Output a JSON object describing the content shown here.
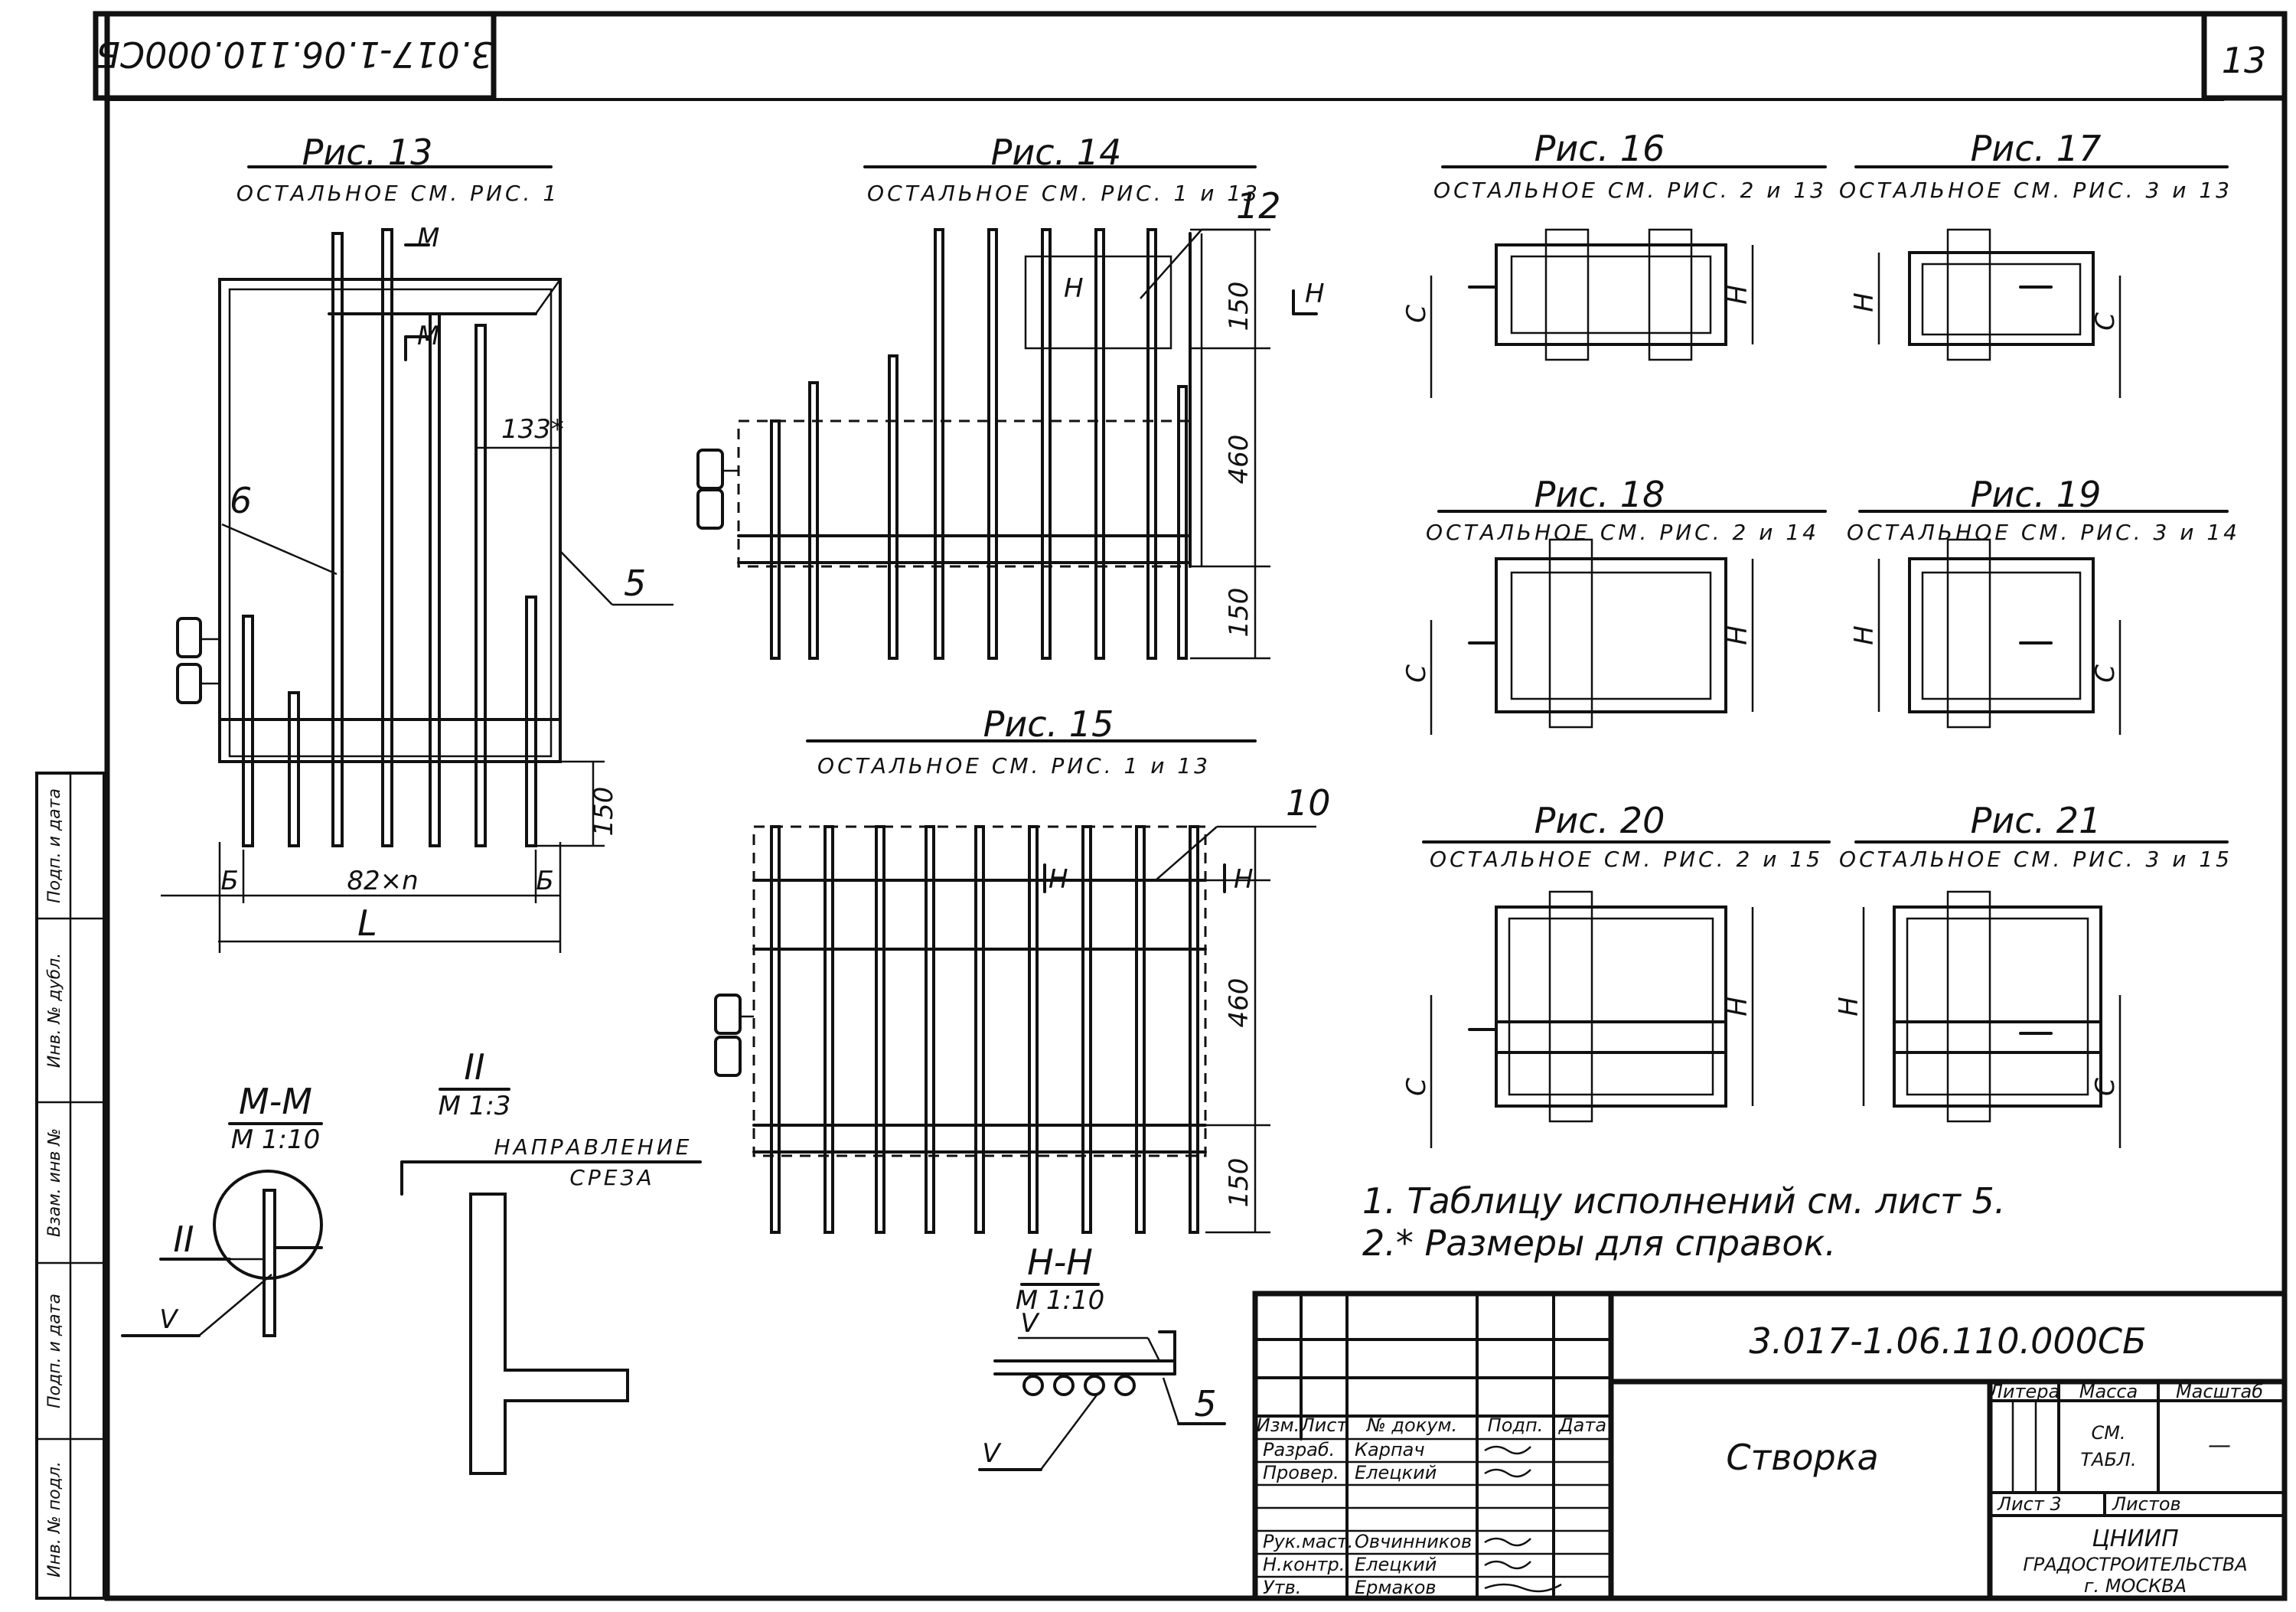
{
  "sheet": {
    "code_rotated": "3.017-1.06.110.000СБ",
    "page_number": "13"
  },
  "figures": {
    "fig13": {
      "title": "Рис. 13",
      "subtitle": "ОСТАЛЬНОЕ СМ. РИС. 1"
    },
    "fig14": {
      "title": "Рис. 14",
      "subtitle": "ОСТАЛЬНОЕ СМ. РИС. 1 и 13"
    },
    "fig15": {
      "title": "Рис. 15",
      "subtitle": "ОСТАЛЬНОЕ СМ. РИС. 1 и 13"
    },
    "fig16": {
      "title": "Рис. 16",
      "subtitle": "ОСТАЛЬНОЕ СМ. РИС. 2 и 13"
    },
    "fig17": {
      "title": "Рис. 17",
      "subtitle": "ОСТАЛЬНОЕ СМ. РИС. 3 и 13"
    },
    "fig18": {
      "title": "Рис. 18",
      "subtitle": "ОСТАЛЬНОЕ СМ. РИС. 2 и 14"
    },
    "fig19": {
      "title": "Рис. 19",
      "subtitle": "ОСТАЛЬНОЕ СМ. РИС. 3 и 14"
    },
    "fig20": {
      "title": "Рис. 20",
      "subtitle": "ОСТАЛЬНОЕ СМ. РИС. 2 и 15"
    },
    "fig21": {
      "title": "Рис. 21",
      "subtitle": "ОСТАЛЬНОЕ СМ. РИС. 3 и 15"
    }
  },
  "labels": {
    "m": "М",
    "h": "Н",
    "c": "С",
    "b": "Б",
    "L": "L",
    "pitch": "82×n",
    "ref_133": "133*",
    "dim_150": "150",
    "dim_460": "460",
    "pos_5": "5",
    "pos_6": "6",
    "pos_10": "10",
    "pos_12": "12",
    "v": "V",
    "two": "II"
  },
  "sections": {
    "mm": {
      "title": "М-М",
      "scale": "М 1:10"
    },
    "ii": {
      "title": "II",
      "scale": "М 1:3",
      "direction_1": "НАПРАВЛЕНИЕ",
      "direction_2": "СРЕЗА"
    },
    "hh": {
      "title": "Н-Н",
      "scale": "М 1:10"
    }
  },
  "notes": [
    "1. Таблицу исполнений см. лист 5.",
    "2.* Размеры для справок."
  ],
  "title_block": {
    "designation": "3.017-1.06.110.000СБ",
    "name": "Створка",
    "headers": {
      "izm": "Изм.",
      "list": "Лист",
      "doc": "№ докум.",
      "podp": "Подп.",
      "date": "Дата"
    },
    "roles": [
      {
        "role": "Разраб.",
        "name": "Карпач"
      },
      {
        "role": "Провер.",
        "name": "Елецкий"
      },
      {
        "role": "Рук.маст.",
        "name": "Овчинников"
      },
      {
        "role": "Н.контр.",
        "name": "Елецкий"
      },
      {
        "role": "Утв.",
        "name": "Ермаков"
      }
    ],
    "litera": "Литера",
    "massa": "Масса",
    "masshtab": "Масштаб",
    "mass_value_1": "СМ.",
    "mass_value_2": "ТАБЛ.",
    "scale_value": "—",
    "sheet": "Лист 3",
    "sheets": "Листов",
    "org_1": "ЦНИИП",
    "org_2": "ГРАДОСТРОИТЕЛЬСТВА",
    "org_3": "г. МОСКВА"
  },
  "side_stamp": [
    "Подп. и дата",
    "Инв. № дубл.",
    "Взам. инв №",
    "Подп. и дата",
    "Инв. № подл."
  ]
}
